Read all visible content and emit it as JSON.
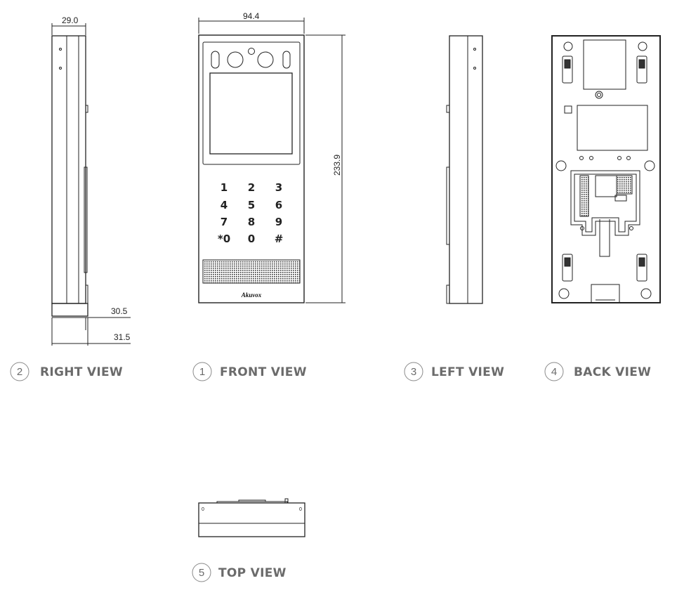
{
  "dimensions": {
    "side_width": "29.0",
    "front_width": "94.4",
    "front_height": "233.9",
    "depth_a": "30.5",
    "depth_b": "31.5"
  },
  "views": {
    "right": {
      "number": "2",
      "label": "RIGHT VIEW"
    },
    "front": {
      "number": "1",
      "label": "FRONT VIEW"
    },
    "left": {
      "number": "3",
      "label": "LEFT VIEW"
    },
    "back": {
      "number": "4",
      "label": "BACK VIEW"
    },
    "top": {
      "number": "5",
      "label": "TOP VIEW"
    }
  },
  "keypad": [
    "1",
    "2",
    "3",
    "4",
    "5",
    "6",
    "7",
    "8",
    "9",
    "*0",
    "0",
    "#"
  ],
  "brand": "Akuvox",
  "top_view_marks": [
    "0",
    "0"
  ],
  "colors": {
    "line": "#222222",
    "label_gray": "#6b6b6b"
  }
}
